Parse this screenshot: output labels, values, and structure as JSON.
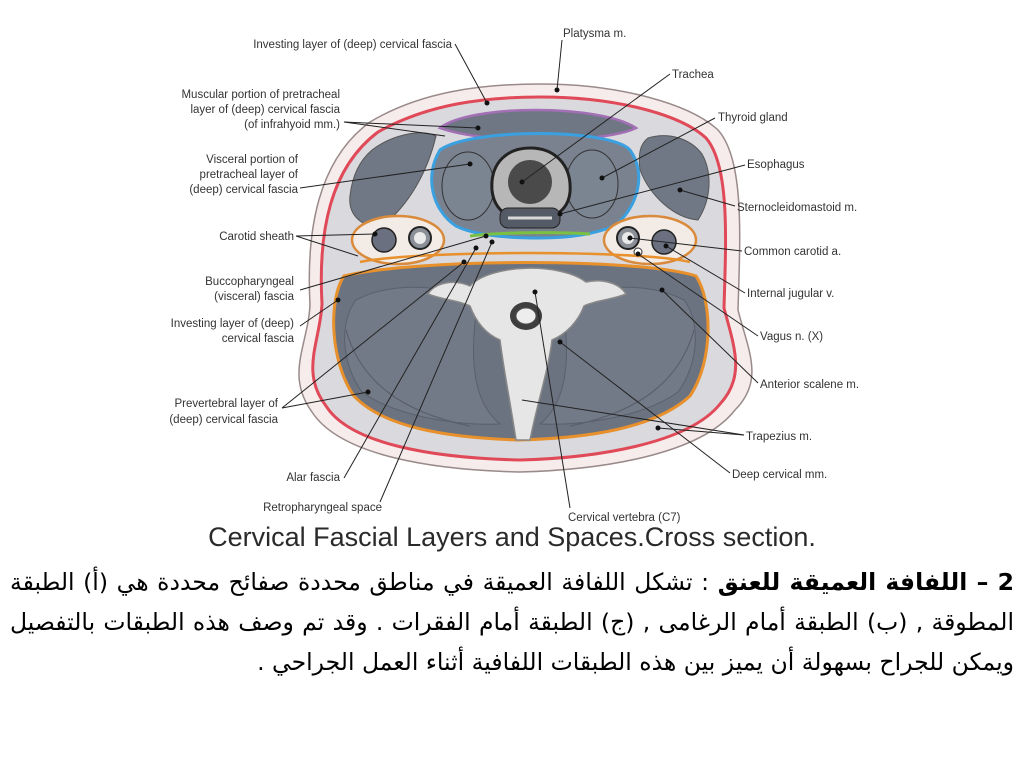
{
  "diagram": {
    "labels_left": {
      "investing_top": "Investing layer of (deep) cervical fascia",
      "muscular_1": "Muscular portion of pretracheal",
      "muscular_2": "layer of (deep) cervical fascia",
      "muscular_3": "(of infrahyoid mm.)",
      "visceral_1": "Visceral portion of",
      "visceral_2": "pretracheal layer of",
      "visceral_3": "(deep) cervical fascia",
      "carotid_sheath": "Carotid sheath",
      "bucco_1": "Buccopharyngeal",
      "bucco_2": "(visceral) fascia",
      "investing_side_1": "Investing layer of (deep)",
      "investing_side_2": "cervical fascia",
      "prevert_1": "Prevertebral layer of",
      "prevert_2": "(deep) cervical fascia",
      "alar": "Alar fascia",
      "retro": "Retropharyngeal space"
    },
    "labels_right": {
      "platysma": "Platysma m.",
      "trachea": "Trachea",
      "thyroid": "Thyroid gland",
      "esophagus": "Esophagus",
      "scm": "Sternocleidomastoid m.",
      "carotid": "Common carotid a.",
      "jugular": "Internal jugular v.",
      "vagus": "Vagus n. (X)",
      "scalene": "Anterior scalene m.",
      "trapezius": "Trapezius m.",
      "deep_cervical": "Deep cervical mm.",
      "vertebra": "Cervical vertebra (C7)"
    },
    "caption": "Cervical Fascial Layers and Spaces.Cross section."
  },
  "text": {
    "heading": "2 – اللفافة العميقة للعنق",
    "body": " : تشكل اللفافة العميقة في مناطق محددة صفائح محددة هي (أ) الطبقة المطوقة , (ب) الطبقة أمام الرغامى , (ج) الطبقة أمام الفقرات . وقد تم وصف هذه الطبقات بالتفصيل ويمكن للجراح بسهولة أن يميز بين هذه الطبقات اللفافية أثناء العمل الجراحي ."
  }
}
